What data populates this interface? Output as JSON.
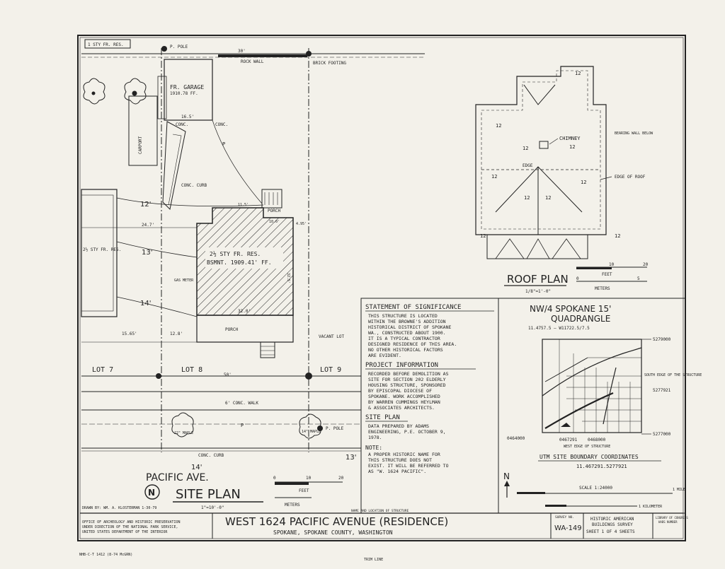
{
  "site_plan": {
    "labels": {
      "sty_fr_res_top": "1 STY FR. RES.",
      "p_pole_top": "P. POLE",
      "dim_30": "30'",
      "rock_wall": "ROCK WALL",
      "brick_footing": "BRICK FOOTING",
      "fr_garage": "FR. GARAGE",
      "garage_ff": "1910.78 FF.",
      "dim_16_5": "16.5'",
      "conc1": "CONC.",
      "conc2": "CONC.",
      "carport": "CARPORT",
      "conc_curb": "CONC. CURB",
      "p_line": "P",
      "dim_12": "12'",
      "porch_back": "PORCH",
      "dim_11_5": "11.5'",
      "dim_10": "10.0'",
      "dim_24_7": "24.7'",
      "dim_4_95": "4.95'",
      "res_left": "2½ STY FR. RES.",
      "main_res_1": "2½ STY FR. RES.",
      "main_res_2": "BSMNT. 1909.41' FF.",
      "dim_13": "13'",
      "gas_meter": "GAS METER",
      "dim_32_5": "32.5'",
      "dim_14": "14'",
      "dim_32": "32.0'",
      "porch_front": "PORCH",
      "dim_15_65": "15.65'",
      "dim_12_8": "12.8'",
      "vacant_lot": "VACANT LOT",
      "lot7": "LOT 7",
      "lot8": "LOT 8",
      "lot9": "LOT 9",
      "dim_50": "50'",
      "conc_walk": "6' CONC. WALK",
      "p_line2": "P",
      "maple_left": "22\" MAPLE",
      "maple_right": "14\" MAPLE",
      "p_pole_bottom": "P. POLE",
      "conc_curb2": "CONC. CURB",
      "pacific_ave": "PACIFIC AVE.",
      "dim_14_street": "14'",
      "dim_13_street": "13'",
      "site_plan_title": "SITE PLAN",
      "scale": "1\"=10'-0\"",
      "feet": "FEET",
      "meters": "METERS",
      "scale_nums": [
        "0",
        "10",
        "20"
      ],
      "drawn_by": "DRAWN BY: WM. A. KLOSTERMAN   1-30-79"
    }
  },
  "roof_plan": {
    "title": "ROOF PLAN",
    "scale": "1/8\"=1'-0\"",
    "chimney": "CHIMNEY",
    "bearing_wall": "BEARING WALL BELOW",
    "edge": "EDGE",
    "edge_of_roof": "EDGE OF ROOF",
    "pitch": "12",
    "feet": "FEET",
    "meters": "METERS",
    "scale_nums": [
      "0",
      "10",
      "20"
    ],
    "meter_nums": [
      "0",
      "5"
    ]
  },
  "statement": {
    "sig_heading": "STATEMENT OF SIGNIFICANCE",
    "sig_lines": [
      "THIS STRUCTURE IS LOCATED",
      "WITHIN THE BROWNE'S ADDITION",
      "HISTORICAL DISTRICT OF SPOKANE",
      "WA., CONSTRUCTED ABOUT 1900.",
      "IT IS A TYPICAL CONTRACTOR",
      "DESIGNED RESIDENCE OF THIS AREA.",
      "NO OTHER HISTORICAL FACTORS",
      "ARE EVIDENT."
    ],
    "proj_heading": "PROJECT INFORMATION",
    "proj_lines": [
      "RECORDED BEFORE DEMOLITION AS",
      "SITE FOR SECTION 202 ELDERLY",
      "HOUSING STRUCTURE, SPONSORED",
      "BY EPISCOPAL DIOCESE OF",
      "SPOKANE. WORK ACCOMPLISHED",
      "BY WARREN CUMMINGS HEYLMAN",
      "& ASSOCIATES ARCHITECTS."
    ],
    "site_heading": "SITE PLAN",
    "site_lines": [
      "DATA PREPARED BY ADAMS",
      "ENGINEERING, P.E. OCTOBER 9,",
      "1978."
    ],
    "note_heading": "NOTE:",
    "note_lines": [
      "A PROPER HISTORIC NAME FOR",
      "THIS STRUCTURE DOES NOT",
      "EXIST. IT WILL BE REFERRED TO",
      "AS \"W. 1624 PACIFIC\"."
    ]
  },
  "quadrangle": {
    "title1": "NW/4 SPOKANE 15'",
    "title2": "QUADRANGLE",
    "coords": "11.4757.5 – W11722.5/7.5",
    "n_top": "5279000",
    "n_bottom": "5277000",
    "e_left": "0464000",
    "e_mid1": "0467291",
    "e_mid2": "0468000",
    "south_edge": "SOUTH EDGE OF THE STRUCTURE",
    "south_val": "5277921",
    "west_edge": "WEST EDGE OF STRUCTURE",
    "utm_heading": "UTM SITE BOUNDARY COORDINATES",
    "utm_value": "11.467291.5277921",
    "scale": "SCALE 1:24000",
    "mile": "1 MILE",
    "km": "1 KILOMETER",
    "n": "N"
  },
  "title_block": {
    "agency_1": "OFFICE OF ARCHEOLOGY AND HISTORIC PRESERVATION",
    "agency_2": "UNDER DIRECTION OF THE NATIONAL PARK SERVICE,",
    "agency_3": "UNITED STATES DEPARTMENT OF THE INTERIOR",
    "name_location_label": "NAME AND LOCATION OF STRUCTURE",
    "title": "WEST 1624 PACIFIC AVENUE (RESIDENCE)",
    "subtitle": "SPOKANE, SPOKANE COUNTY, WASHINGTON",
    "survey_no_label": "SURVEY NO.",
    "survey_no": "WA-149",
    "habs_1": "HISTORIC AMERICAN",
    "habs_2": "BUILDINGS SURVEY",
    "sheet": "SHEET 1 OF 4 SHEETS",
    "library_1": "LIBRARY OF CONGRESS",
    "library_2": "HABS NUMBER",
    "footer_left": "NHB-C-T 1412 (8-74 McGRN)",
    "trim_line": "TRIM LINE"
  }
}
